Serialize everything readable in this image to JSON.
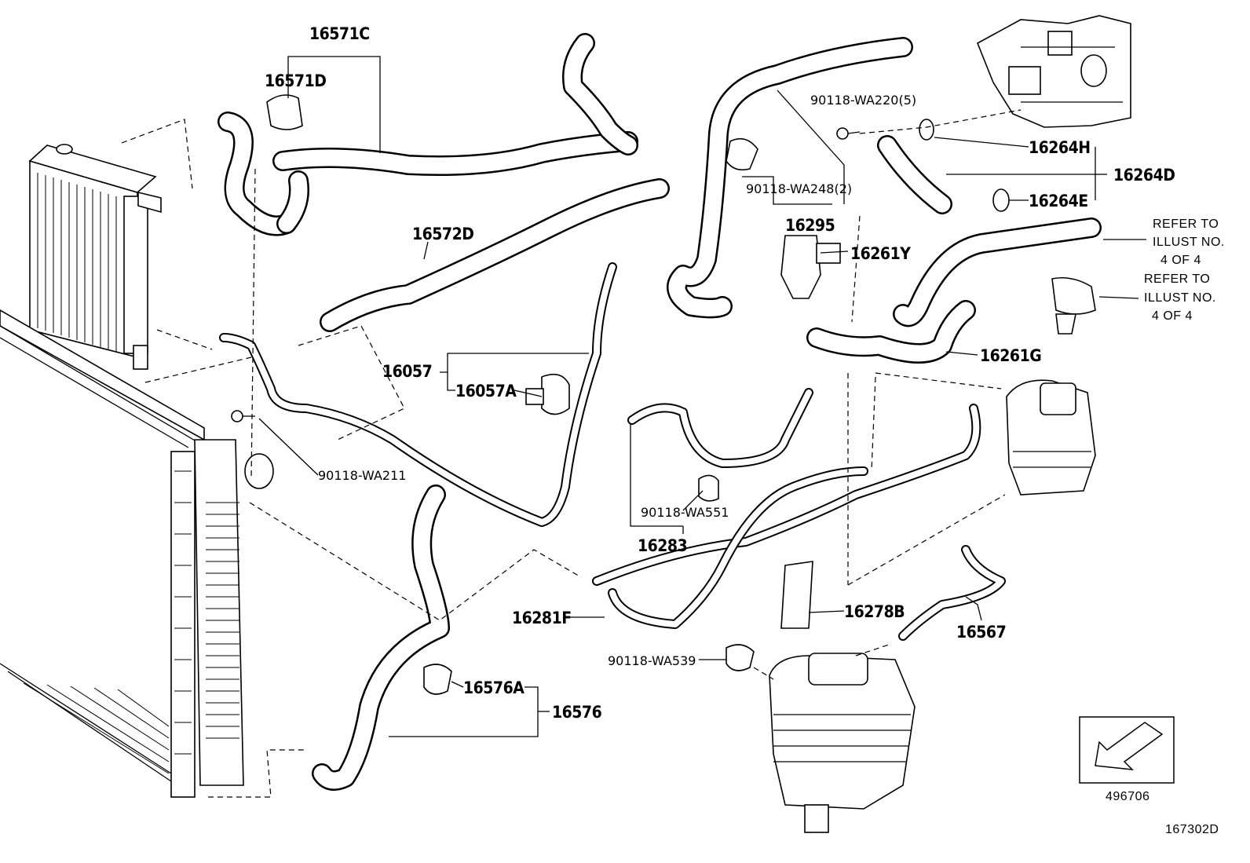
{
  "diagram_id": "167302D",
  "arrow_box_code": "496706",
  "refer_note_1": [
    "REFER TO",
    "ILLUST NO.",
    "4 OF 4"
  ],
  "refer_note_2": [
    "REFER TO",
    "ILLUST NO.",
    "4 OF 4"
  ],
  "parts": {
    "p16571C": "16571C",
    "p16571D": "16571D",
    "p16572D": "16572D",
    "p16057": "16057",
    "p16057A": "16057A",
    "p90118_WA211": "90118-WA211",
    "p90118_WA248": "90118-WA248(2)",
    "p16295": "16295",
    "p90118_WA220": "90118-WA220(5)",
    "p16264H": "16264H",
    "p16264D": "16264D",
    "p16264E": "16264E",
    "p16261Y": "16261Y",
    "p16261G": "16261G",
    "p90118_WA551": "90118-WA551",
    "p16283": "16283",
    "p16281F": "16281F",
    "p16278B": "16278B",
    "p16567": "16567",
    "p90118_WA539": "90118-WA539",
    "p16576A": "16576A",
    "p16576": "16576"
  }
}
